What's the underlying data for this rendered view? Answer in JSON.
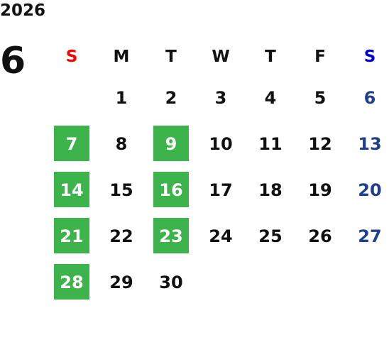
{
  "calendar": {
    "year": "2026",
    "month": "6",
    "weekdays": [
      "S",
      "M",
      "T",
      "W",
      "T",
      "F",
      "S"
    ],
    "weeks": [
      [
        "",
        "1",
        "2",
        "3",
        "4",
        "5",
        "6"
      ],
      [
        "7",
        "8",
        "9",
        "10",
        "11",
        "12",
        "13"
      ],
      [
        "14",
        "15",
        "16",
        "17",
        "18",
        "19",
        "20"
      ],
      [
        "21",
        "22",
        "23",
        "24",
        "25",
        "26",
        "27"
      ],
      [
        "28",
        "29",
        "30",
        "",
        "",
        "",
        ""
      ]
    ],
    "highlighted_days": [
      "7",
      "9",
      "14",
      "16",
      "21",
      "23",
      "28"
    ]
  },
  "colors": {
    "highlight": "#3cb44b",
    "sunday_header": "#ff0000",
    "saturday_header": "#0000dd",
    "saturday_dates": "#1f3f8f",
    "text": "#111111"
  }
}
